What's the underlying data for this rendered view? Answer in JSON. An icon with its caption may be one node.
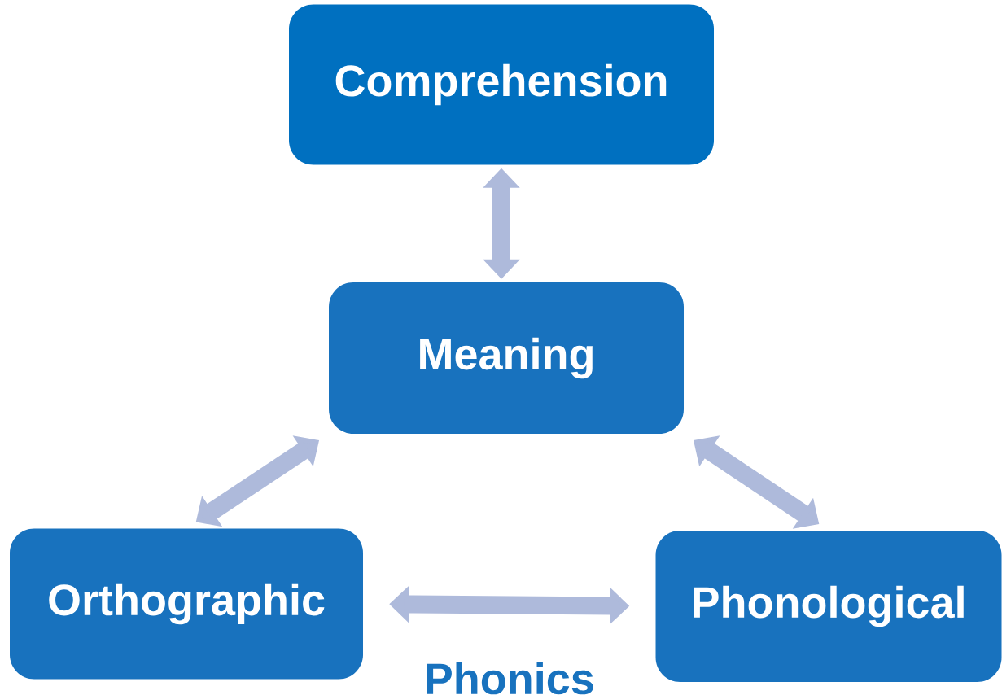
{
  "diagram": {
    "nodes": [
      {
        "text": [
          "Comprehension"
        ]
      },
      {
        "text": [
          "Meaning"
        ]
      },
      {
        "text": [
          "Orthographic"
        ]
      },
      {
        "text": [
          "Phonological"
        ]
      }
    ],
    "edges": [
      {
        "from": 0,
        "to": 1,
        "arrow": "both"
      },
      {
        "from": 1,
        "to": 2,
        "arrow": "both"
      },
      {
        "from": 1,
        "to": 3,
        "arrow": "both"
      },
      {
        "from": 2,
        "to": 3,
        "arrow": "both",
        "label": "Phonics"
      }
    ]
  }
}
